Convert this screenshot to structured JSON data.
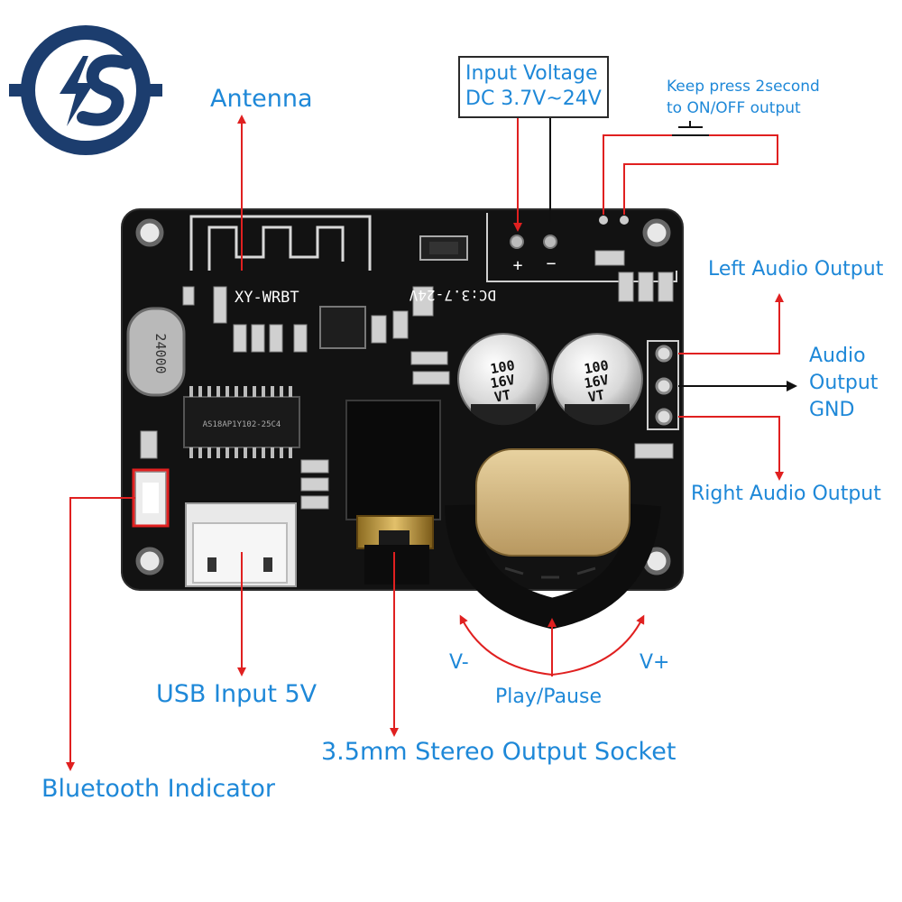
{
  "labels": {
    "antenna": "Antenna",
    "input_voltage_line1": "Input Voltage",
    "input_voltage_line2": "DC 3.7V~24V",
    "keep_press_line1": "Keep press 2second",
    "keep_press_line2": "to ON/OFF output",
    "left_audio_output": "Left Audio Output",
    "audio_output_gnd_line1": "Audio",
    "audio_output_gnd_line2": "Output",
    "audio_output_gnd_line3": "GND",
    "right_audio_output": "Right Audio Output",
    "v_minus": "V-",
    "v_plus": "V+",
    "play_pause": "Play/Pause",
    "usb_input": "USB Input 5V",
    "stereo_socket": "3.5mm Stereo Output Socket",
    "bluetooth_indicator": "Bluetooth Indicator"
  },
  "board_silkscreen": {
    "model": "XY-WRBT",
    "dc_range": "DC:3.7-24V",
    "crystal": "24000",
    "chip": "AS18AP1Y102-25C4",
    "cap_left": [
      "100",
      "16V",
      "VT"
    ],
    "cap_right": [
      "100",
      "16V",
      "VT"
    ],
    "plus": "+",
    "minus": "−"
  },
  "colors": {
    "label_blue": "#1e88d8",
    "arrow_red": "#e02020",
    "logo_navy": "#1c3d6e",
    "board_black": "#111111"
  },
  "logo": {
    "icon": "lightning-s-logo-icon"
  }
}
